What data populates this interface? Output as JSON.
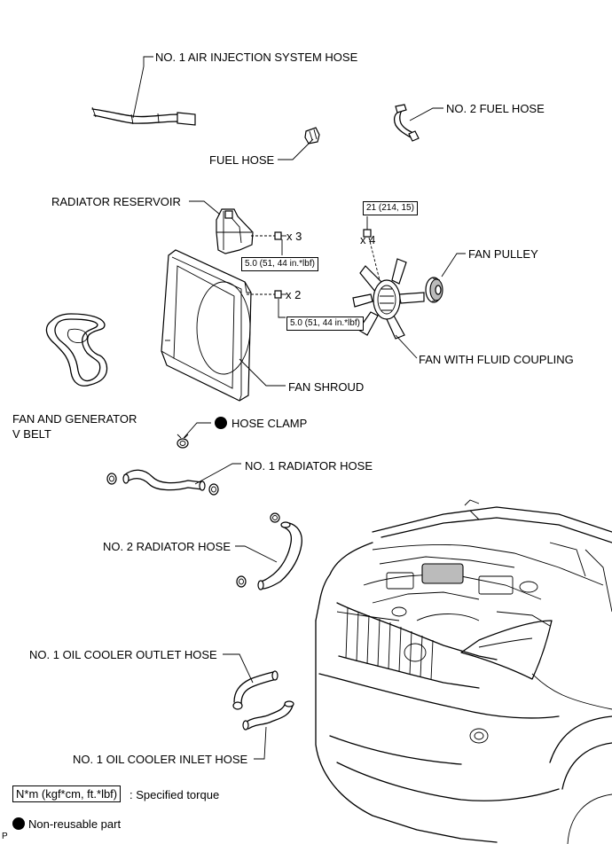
{
  "labels": {
    "air_injection_hose": "NO. 1 AIR INJECTION SYSTEM HOSE",
    "no2_fuel_hose": "NO. 2 FUEL HOSE",
    "fuel_hose": "FUEL HOSE",
    "radiator_reservoir": "RADIATOR RESERVOIR",
    "fan_pulley": "FAN PULLEY",
    "fan_fluid_coupling": "FAN WITH FLUID COUPLING",
    "fan_shroud": "FAN SHROUD",
    "fan_belt_line1": "FAN AND GENERATOR",
    "fan_belt_line2": "V BELT",
    "hose_clamp": "HOSE CLAMP",
    "no1_radiator_hose": "NO. 1 RADIATOR HOSE",
    "no2_radiator_hose": "NO. 2 RADIATOR HOSE",
    "oil_cooler_outlet": "NO. 1 OIL COOLER OUTLET HOSE",
    "oil_cooler_inlet": "NO. 1 OIL COOLER INLET HOSE"
  },
  "torques": {
    "fan_coupling_nut": "21 (214, 15)",
    "reservoir_bolt": "5.0 (51, 44 in.*lbf)",
    "shroud_bolt": "5.0 (51, 44 in.*lbf)"
  },
  "quantities": {
    "fan_nuts": "x 4",
    "reservoir_bolts": "x 3",
    "shroud_bolts": "x 2"
  },
  "legend": {
    "torque_unit": "N*m (kgf*cm, ft.*lbf)",
    "torque_desc": ": Specified torque",
    "nonreusable_desc": "Non-reusable part"
  },
  "corner_code": "P"
}
